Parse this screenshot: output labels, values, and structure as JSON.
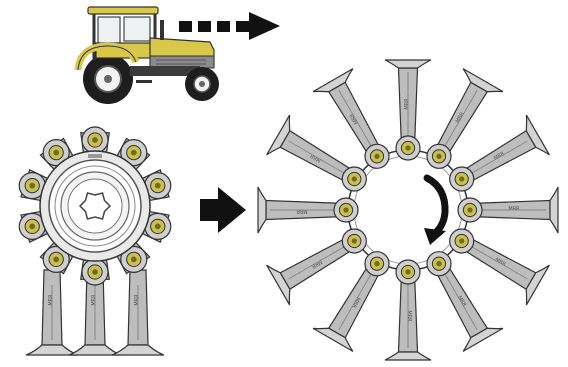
{
  "diagram": {
    "blade_stamp_text": "MRR",
    "colors": {
      "tractor_body": "#d8c84a",
      "tractor_dark": "#2a2a2a",
      "blade_fill": "#bdbdbd",
      "blade_edge": "#333333",
      "bolt_fill": "#c9c14a",
      "hub_ring": "#dcdcdc",
      "arrow": "#111111"
    },
    "icons": {
      "tractor": "tractor-icon",
      "motion_arrow": "dashed-arrow-right-icon",
      "transform_arrow": "block-arrow-right-icon",
      "rotation_arrow": "clockwise-rotation-icon"
    },
    "rotor_left": {
      "blade_count_shown": 10,
      "hanging_blades": 3
    },
    "rotor_right": {
      "blade_count": 12
    }
  }
}
